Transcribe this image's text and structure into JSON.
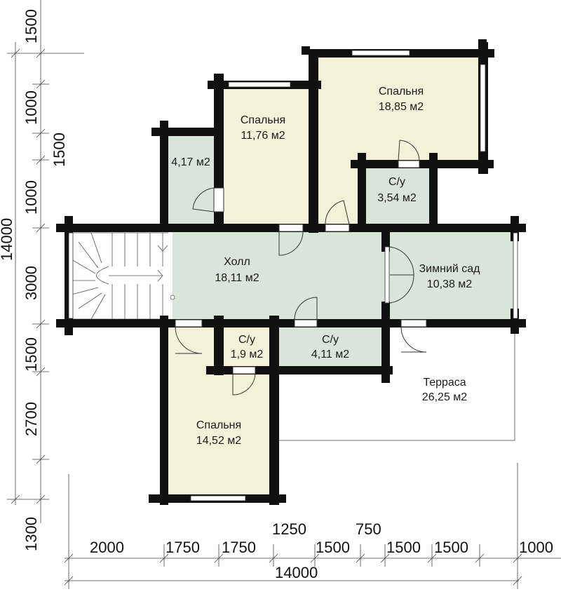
{
  "colors": {
    "wall": "#111111",
    "bedroom_fill": "#f5f1d8",
    "wet_fill": "#d9e5d8",
    "hall_fill": "#d9e5d8",
    "terrace_fill": "#ffffff",
    "dimension_line": "#444444"
  },
  "rooms": {
    "bedroom_top_right": {
      "name": "Спальня",
      "area": "18,85 м2"
    },
    "bedroom_top_mid": {
      "name": "Спальня",
      "area": "11,76 м2"
    },
    "small_room": {
      "area": "4,17 м2"
    },
    "bath_top": {
      "name": "С/у",
      "area": "3,54 м2"
    },
    "hall": {
      "name": "Холл",
      "area": "18,11 м2"
    },
    "winter_garden": {
      "name": "Зимний сад",
      "area": "10,38 м2"
    },
    "bath_small": {
      "name": "С/у",
      "area": "1,9 м2"
    },
    "bath_mid": {
      "name": "С/у",
      "area": "4,11 м2"
    },
    "terrace": {
      "name": "Терраса",
      "area": "26,25 м2"
    },
    "bedroom_bottom": {
      "name": "Спальня",
      "area": "14,52 м2"
    }
  },
  "dimensions": {
    "left": [
      "1500",
      "1000",
      "1500",
      "1000",
      "3000",
      "1500",
      "2700",
      "1300"
    ],
    "left_total": "14000",
    "bottom": [
      "2000",
      "1750",
      "1750",
      "1250",
      "1500",
      "750",
      "1500",
      "1500",
      "1000"
    ],
    "bottom_total": "14000"
  }
}
